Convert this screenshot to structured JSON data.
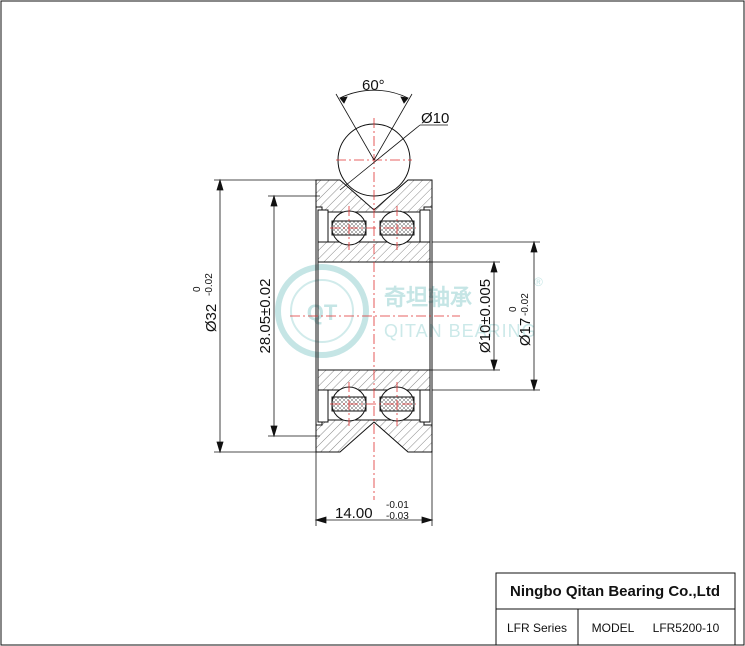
{
  "drawing": {
    "angle_label": "60°",
    "ball_dia_label": "Ø10",
    "outer_dia": {
      "value": "Ø32",
      "tol_upper": "0",
      "tol_lower": "-0.02"
    },
    "groove_dia": {
      "value": "28.05±0.02"
    },
    "bore_dia": {
      "value": "Ø10±0.005"
    },
    "inner_ring_dia": {
      "value": "Ø17",
      "tol_upper": "0",
      "tol_lower": "-0.02"
    },
    "width": {
      "value": "14.00",
      "tol_upper": "-0.01",
      "tol_lower": "-0.03"
    }
  },
  "watermark": {
    "chinese": "奇坦轴承",
    "english": "QITAN BEARING",
    "registered": "®",
    "logo_text": "QT"
  },
  "title_block": {
    "company": "Ningbo Qitan Bearing Co.,Ltd",
    "series": "LFR Series",
    "model_label": "MODEL",
    "model_value": "LFR5200-10"
  },
  "colors": {
    "line": "#111111",
    "centerline": "#e03030",
    "watermark": "#bfe3e3"
  }
}
